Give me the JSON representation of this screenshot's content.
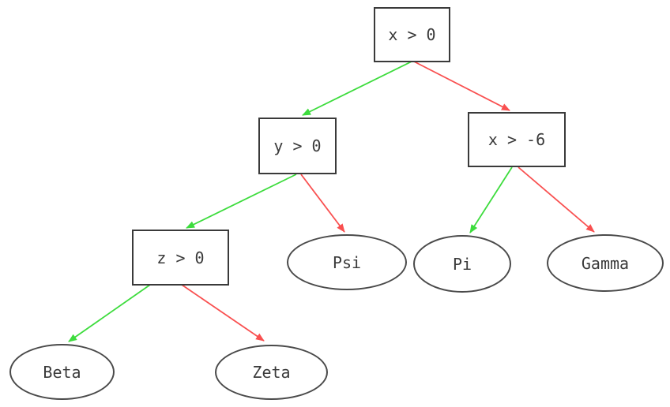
{
  "diagram": {
    "kind": "decision-tree",
    "background": "#ffffff",
    "colors": {
      "true_branch": "#3ddc3d",
      "false_branch": "#f95050",
      "node_border": "#3a3a3a",
      "node_text": "#3a3a3a"
    },
    "nodes": {
      "root": {
        "label": "x > 0",
        "shape": "box",
        "type": "decision"
      },
      "y0": {
        "label": "y > 0",
        "shape": "box",
        "type": "decision"
      },
      "xm6": {
        "label": "x > -6",
        "shape": "box",
        "type": "decision"
      },
      "z0": {
        "label": "z > 0",
        "shape": "box",
        "type": "decision"
      },
      "psi": {
        "label": "Psi",
        "shape": "ellipse",
        "type": "leaf"
      },
      "pi": {
        "label": "Pi",
        "shape": "ellipse",
        "type": "leaf"
      },
      "gamma": {
        "label": "Gamma",
        "shape": "ellipse",
        "type": "leaf"
      },
      "beta": {
        "label": "Beta",
        "shape": "ellipse",
        "type": "leaf"
      },
      "zeta": {
        "label": "Zeta",
        "shape": "ellipse",
        "type": "leaf"
      }
    },
    "edges": [
      {
        "from": "x > 0",
        "to": "y > 0",
        "branch": "true",
        "color": "#3ddc3d"
      },
      {
        "from": "x > 0",
        "to": "x > -6",
        "branch": "false",
        "color": "#f95050"
      },
      {
        "from": "y > 0",
        "to": "z > 0",
        "branch": "true",
        "color": "#3ddc3d"
      },
      {
        "from": "y > 0",
        "to": "Psi",
        "branch": "false",
        "color": "#f95050"
      },
      {
        "from": "x > -6",
        "to": "Pi",
        "branch": "true",
        "color": "#3ddc3d"
      },
      {
        "from": "x > -6",
        "to": "Gamma",
        "branch": "false",
        "color": "#f95050"
      },
      {
        "from": "z > 0",
        "to": "Beta",
        "branch": "true",
        "color": "#3ddc3d"
      },
      {
        "from": "z > 0",
        "to": "Zeta",
        "branch": "false",
        "color": "#f95050"
      }
    ]
  }
}
